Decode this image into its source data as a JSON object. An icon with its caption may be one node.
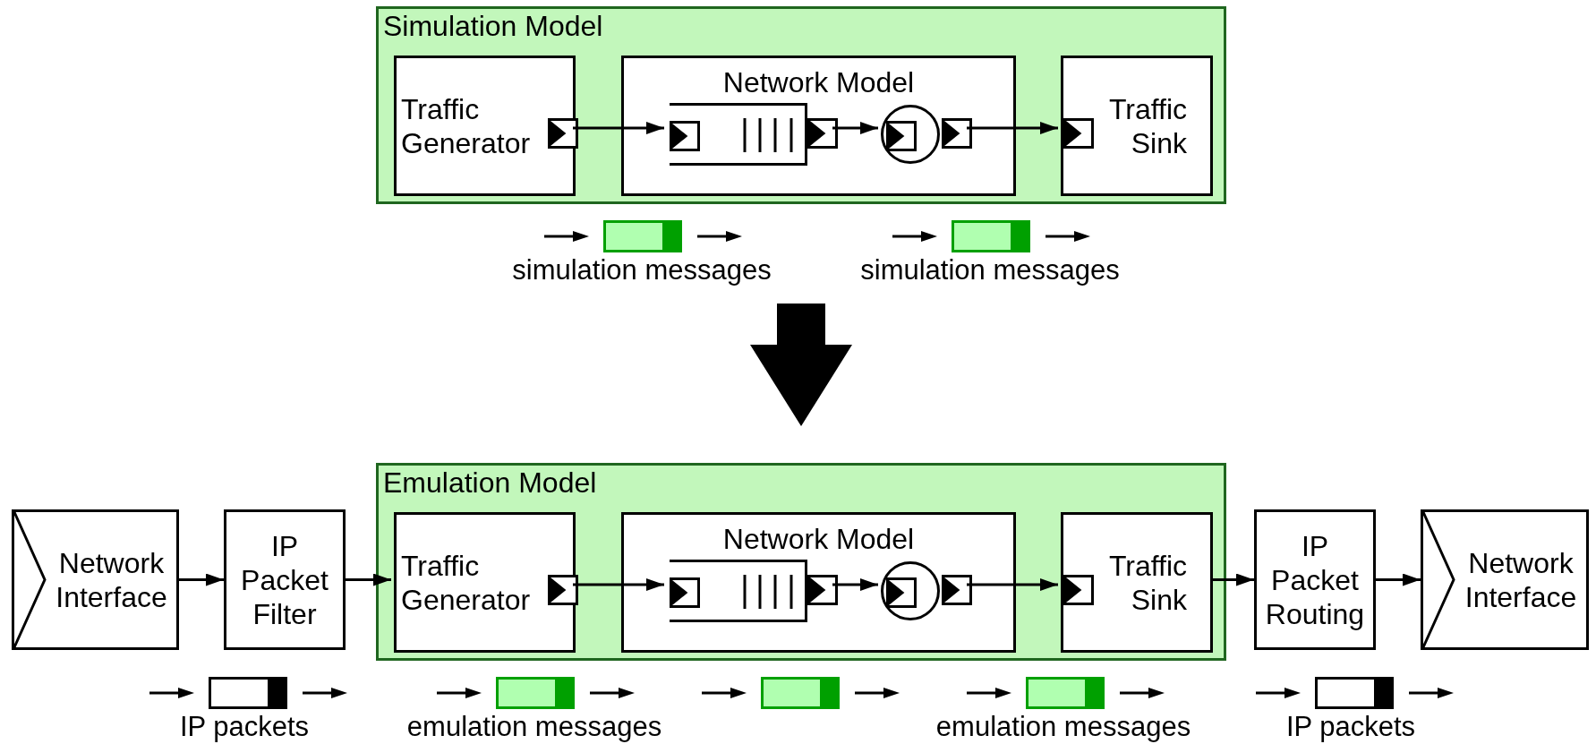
{
  "diagram": {
    "nodes": [
      {
        "text": [
          "Simulation Model"
        ]
      },
      {
        "text": [
          "Traffic Generator"
        ],
        "in": 0
      },
      {
        "text": [],
        "shape": "port",
        "in": 1
      },
      {
        "text": [
          "Network Model"
        ],
        "in": 0
      },
      {
        "text": [],
        "shape": "queue",
        "in": 3
      },
      {
        "text": [],
        "shape": "port",
        "in": 4
      },
      {
        "text": [],
        "shape": "port",
        "in": 3
      },
      {
        "text": [],
        "shape": "circle",
        "in": 3
      },
      {
        "text": [],
        "shape": "port",
        "in": 7
      },
      {
        "text": [],
        "shape": "port",
        "in": 3
      },
      {
        "text": [
          "Traffic Sink"
        ],
        "in": 0
      },
      {
        "text": [],
        "shape": "port",
        "in": 10
      },
      {
        "text": [
          "Network Interface"
        ]
      },
      {
        "text": [
          "IP Packet Filter"
        ]
      },
      {
        "text": [
          "Emulation Model"
        ]
      },
      {
        "text": [
          "Traffic Generator"
        ],
        "in": 14
      },
      {
        "text": [],
        "shape": "port",
        "in": 15
      },
      {
        "text": [
          "Network Model"
        ],
        "in": 14
      },
      {
        "text": [],
        "shape": "queue",
        "in": 17
      },
      {
        "text": [],
        "shape": "port",
        "in": 18
      },
      {
        "text": [],
        "shape": "port",
        "in": 17
      },
      {
        "text": [],
        "shape": "circle",
        "in": 17
      },
      {
        "text": [],
        "shape": "port",
        "in": 21
      },
      {
        "text": [],
        "shape": "port",
        "in": 17
      },
      {
        "text": [
          "Traffic Sink"
        ],
        "in": 14
      },
      {
        "text": [],
        "shape": "port",
        "in": 24
      },
      {
        "text": [
          "IP Packet Routing"
        ]
      },
      {
        "text": [
          "Network Interface"
        ]
      }
    ],
    "edges": [
      {
        "from": 2,
        "to": 5,
        "arrow": "to"
      },
      {
        "from": 6,
        "to": 8,
        "arrow": "to"
      },
      {
        "from": 9,
        "to": 11,
        "arrow": "to"
      },
      {
        "from": 0,
        "to": 14,
        "arrow": "to",
        "style": "thick"
      },
      {
        "from": 12,
        "to": 13,
        "arrow": "to"
      },
      {
        "from": 13,
        "to": 15,
        "arrow": "to"
      },
      {
        "from": 16,
        "to": 19,
        "arrow": "to"
      },
      {
        "from": 20,
        "to": 22,
        "arrow": "to"
      },
      {
        "from": 23,
        "to": 25,
        "arrow": "to"
      },
      {
        "from": 24,
        "to": 26,
        "arrow": "to"
      },
      {
        "from": 26,
        "to": 27,
        "arrow": "to"
      }
    ],
    "labels": [
      "simulation messages",
      "simulation messages",
      "IP packets",
      "emulation messages",
      "emulation messages",
      "IP packets"
    ]
  }
}
